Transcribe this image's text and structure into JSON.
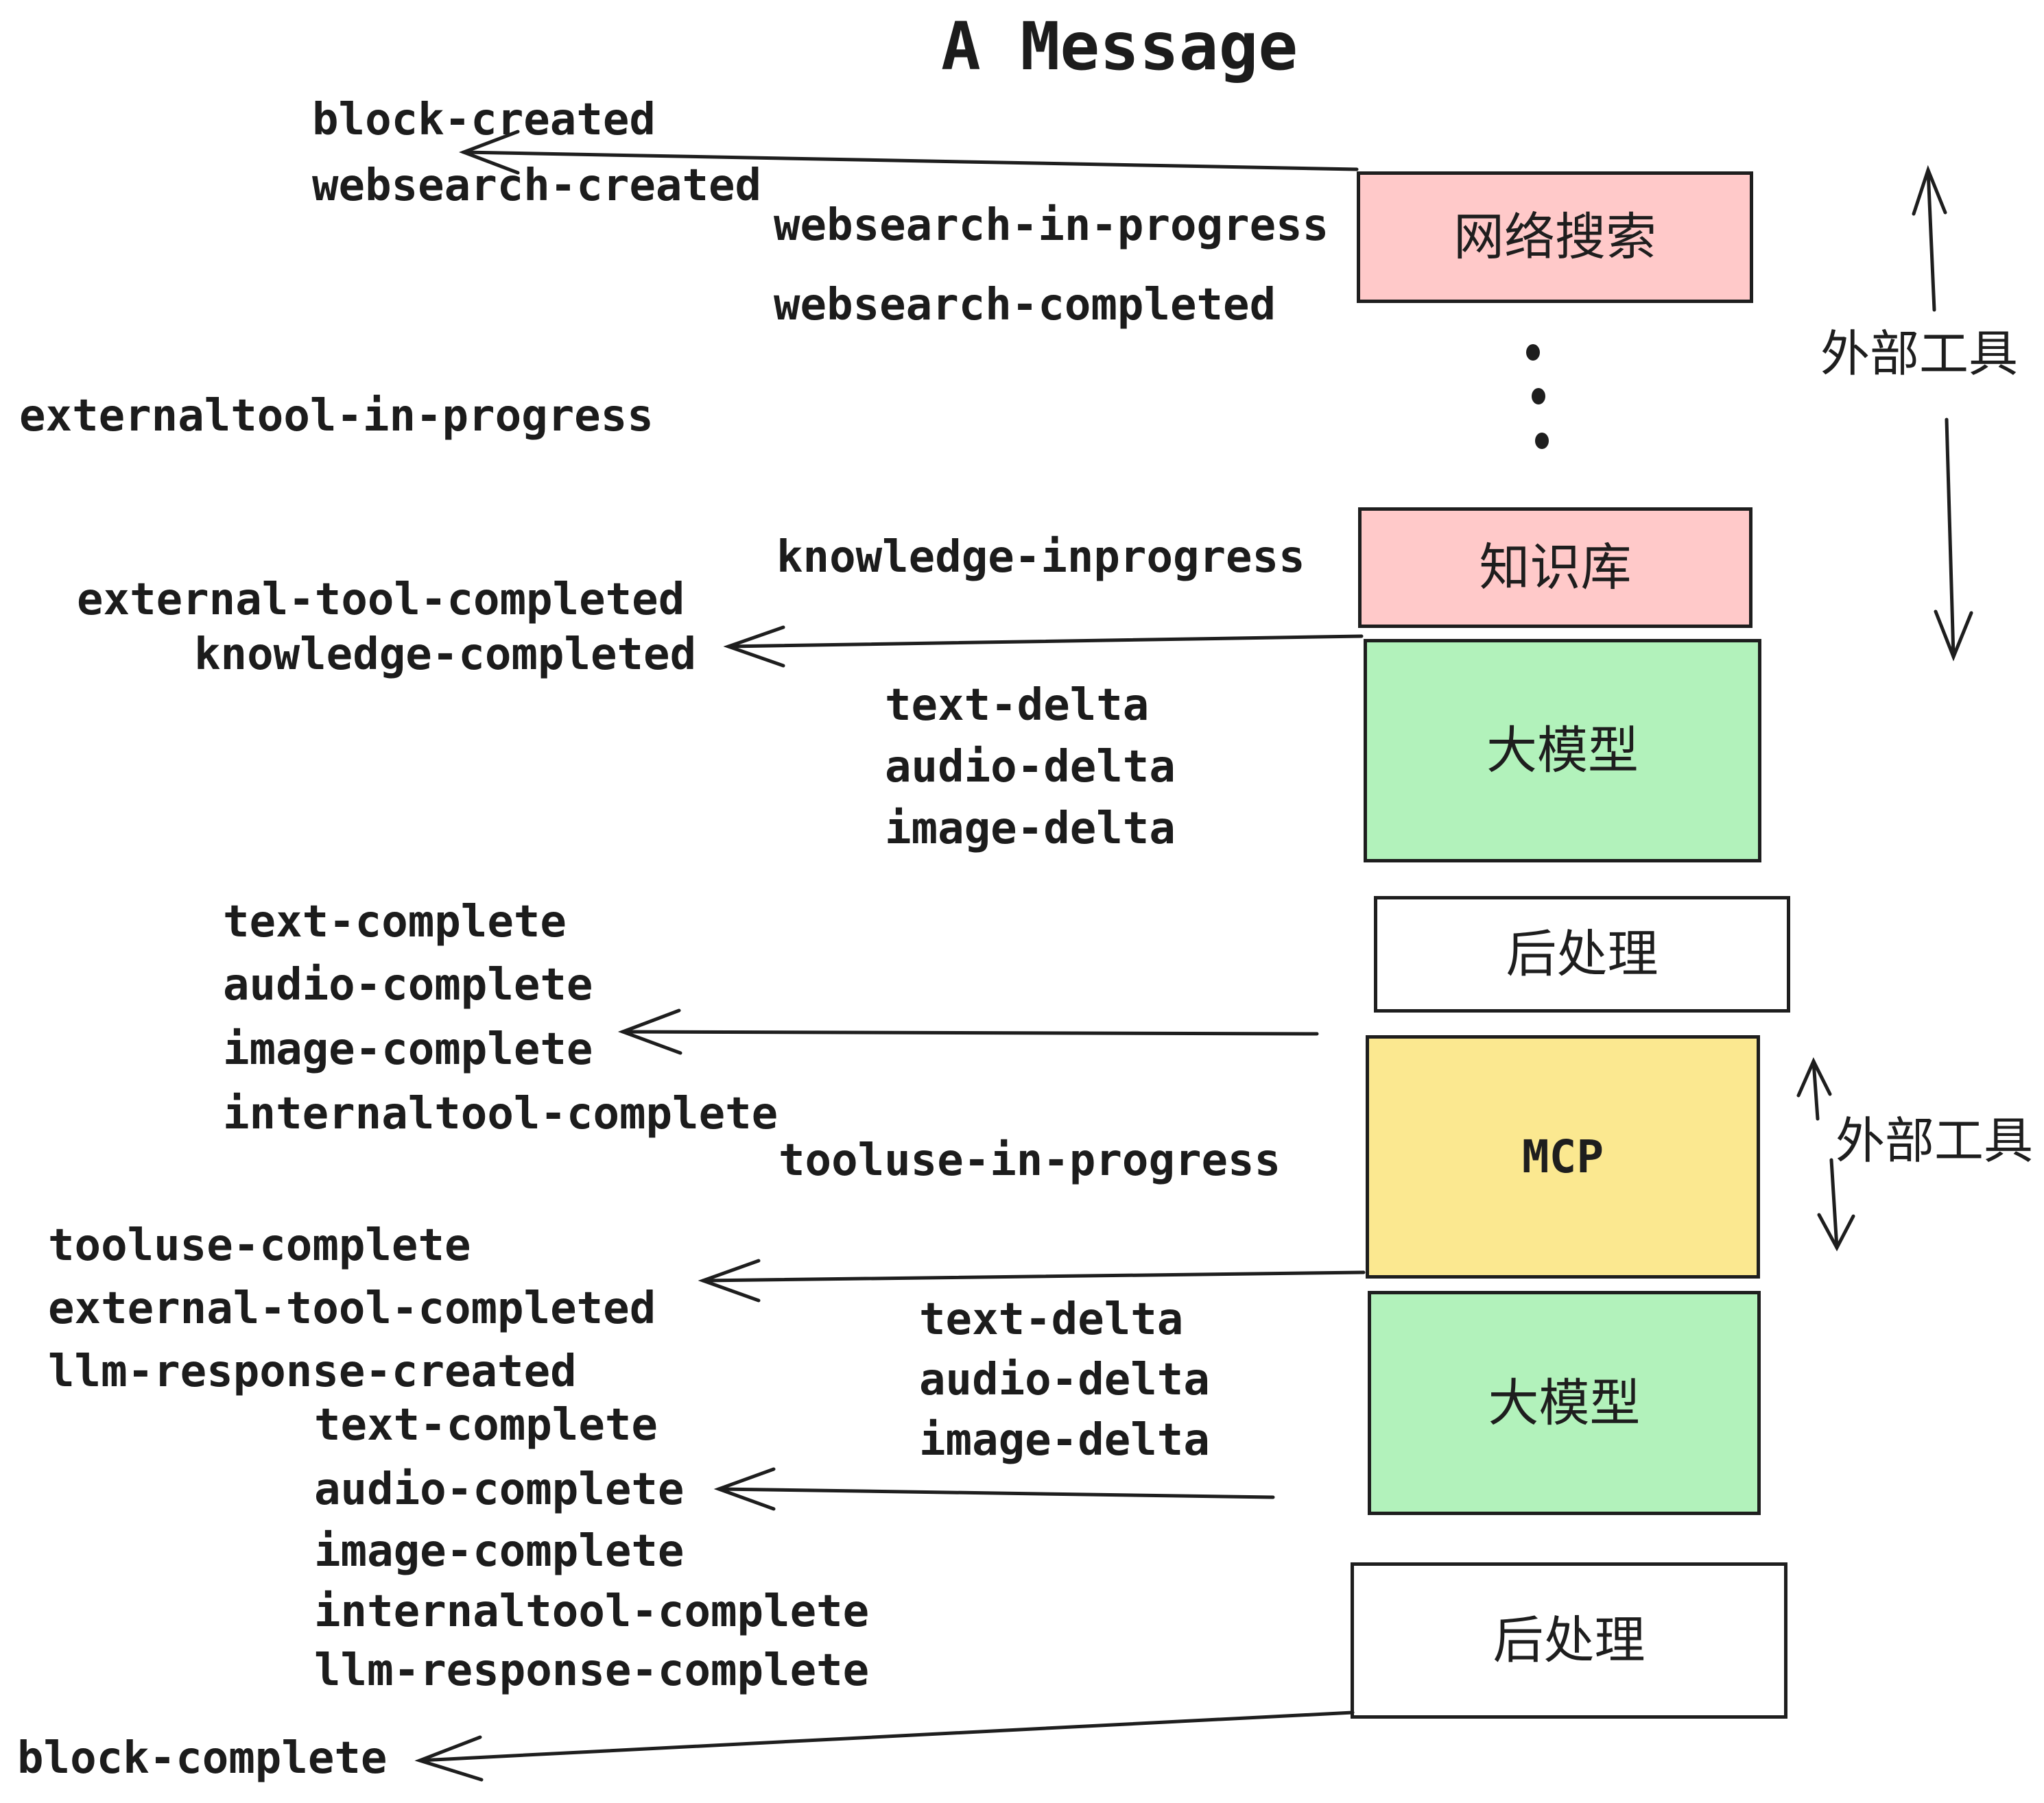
{
  "title": "A Message",
  "colors": {
    "pink": "#ffc9c9",
    "green": "#b2f2bb",
    "yellow": "#fbe890",
    "white": "#ffffff",
    "stroke": "#1e1e1e",
    "text": "#1c1c1c"
  },
  "boxes": [
    {
      "label": "网络搜索",
      "color": "pink"
    },
    {
      "label": "知识库",
      "color": "pink"
    },
    {
      "label": "大模型",
      "color": "green"
    },
    {
      "label": "后处理",
      "color": "white"
    },
    {
      "label": "MCP",
      "color": "yellow"
    },
    {
      "label": "大模型",
      "color": "green"
    },
    {
      "label": "后处理",
      "color": "white"
    }
  ],
  "side_labels": {
    "external_tools_top": "外部工具",
    "external_tools_bottom": "外部工具"
  },
  "events": {
    "block_created": "block-created",
    "websearch_created": "websearch-created",
    "websearch_in_progress": "websearch-in-progress",
    "websearch_completed": "websearch-completed",
    "externaltool_in_progress": "externaltool-in-progress",
    "external_tool_completed_1": "external-tool-completed",
    "knowledge_inprogress": "knowledge-inprogress",
    "knowledge_completed": "knowledge-completed",
    "text_delta_1": "text-delta",
    "audio_delta_1": "audio-delta",
    "image_delta_1": "image-delta",
    "text_complete_1": "text-complete",
    "audio_complete_1": "audio-complete",
    "image_complete_1": "image-complete",
    "internaltool_complete_1": "internaltool-complete",
    "tooluse_in_progress": "tooluse-in-progress",
    "tooluse_complete": "tooluse-complete",
    "external_tool_completed_2": "external-tool-completed",
    "llm_response_created": "llm-response-created",
    "text_delta_2": "text-delta",
    "audio_delta_2": "audio-delta",
    "image_delta_2": "image-delta",
    "text_complete_2": "text-complete",
    "audio_complete_2": "audio-complete",
    "image_complete_2": "image-complete",
    "internaltool_complete_2": "internaltool-complete",
    "llm_response_complete": "llm-response-complete",
    "block_complete": "block-complete"
  }
}
